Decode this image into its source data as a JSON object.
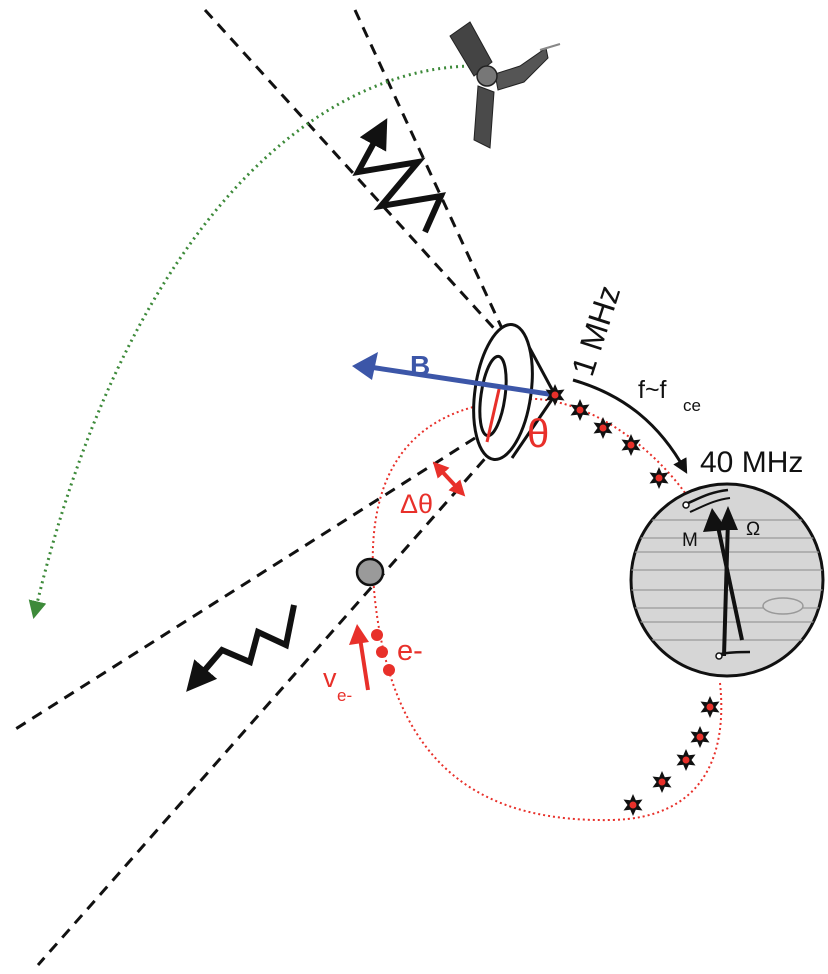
{
  "labels": {
    "b_field": "B",
    "theta": "θ",
    "delta_theta": "Δθ",
    "freq_low": "1 MHz",
    "freq_high": "40 MHz",
    "freq_main": "f~f",
    "freq_sub": "ce",
    "magnetic_moment": "M",
    "rotation_axis": "Ω",
    "electron": "e-",
    "velocity_main": "v",
    "velocity_sub": "e-"
  },
  "colors": {
    "field_line": "#e8302a",
    "b_vector": "#3c56a8",
    "trajectory": "#3d8a3a",
    "planet_fill": "#d6d6d6",
    "ink": "#111111"
  },
  "icons": {
    "spacecraft": "spacecraft-icon",
    "moon": "moon-icon",
    "planet": "planet-icon"
  }
}
